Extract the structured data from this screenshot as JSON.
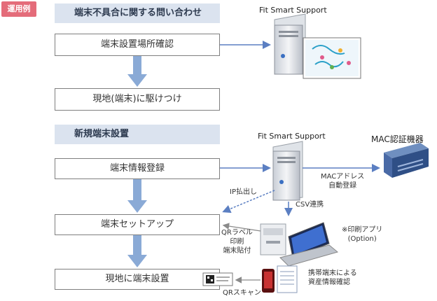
{
  "tag": "運用例",
  "section1": {
    "title": "端末不具合に関する問い合わせ",
    "steps": [
      "端末設置場所確認",
      "現地(端末)に駆けつけ"
    ],
    "server_label": "Fit Smart Support"
  },
  "section2": {
    "title": "新規端末設置",
    "steps": [
      "端末情報登録",
      "端末セットアップ",
      "現地に端末設置"
    ],
    "server_label": "Fit Smart Support",
    "mac_device_label": "MAC認証機器",
    "mac_register_label": "MACアドレス\n自動登録",
    "ip_label": "IP払出し",
    "csv_label": "CSV連携",
    "qr_label_text": "QRラベル\n印刷\n端末貼付",
    "print_app_label": "※印刷アプリ\n(Option)",
    "mobile_label": "携帯端末による\n資産情報確認",
    "qr_scan_label": "QRスキャン"
  },
  "colors": {
    "tag_bg": "#e46c7a",
    "section_bg": "#dbe3ef",
    "arrow_blue": "#8aaad6",
    "connector_blue": "#5b7fc2"
  }
}
